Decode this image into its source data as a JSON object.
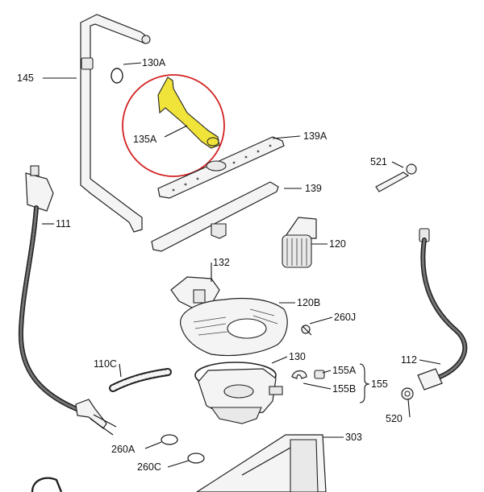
{
  "labels": {
    "l145": "145",
    "l130A": "130A",
    "l135A": "135A",
    "l139A": "139A",
    "l521": "521",
    "l139": "139",
    "l111": "111",
    "l120": "120",
    "l132": "132",
    "l120B": "120B",
    "l260J": "260J",
    "l110C": "110C",
    "l130": "130",
    "l155A": "155A",
    "l155": "155",
    "l155B": "155B",
    "l112": "112",
    "l520": "520",
    "l260A": "260A",
    "l303": "303",
    "l260C": "260C"
  },
  "colors": {
    "highlight_fill": "#f0e33a",
    "highlight_circle": "#d32020",
    "line": "#222222",
    "background": "#ffffff"
  }
}
